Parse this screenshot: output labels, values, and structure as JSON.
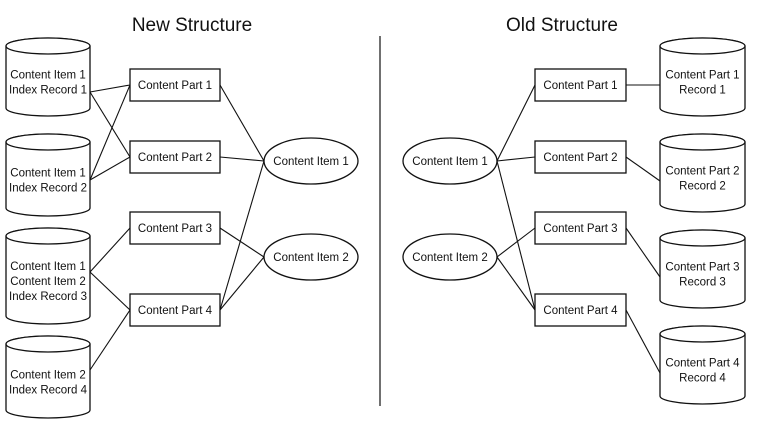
{
  "titles": {
    "new": "New Structure",
    "old": "Old Structure"
  },
  "new_structure": {
    "index_records": [
      {
        "lines": [
          "Content Item 1",
          "Index Record 1"
        ]
      },
      {
        "lines": [
          "Content Item 1",
          "Index Record 2"
        ]
      },
      {
        "lines": [
          "Content Item 1",
          "Content Item 2",
          "Index Record 3"
        ]
      },
      {
        "lines": [
          "Content Item 2",
          "Index Record 4"
        ]
      }
    ],
    "content_parts": [
      "Content Part 1",
      "Content Part 2",
      "Content Part 3",
      "Content Part 4"
    ],
    "content_items": [
      "Content Item 1",
      "Content Item 2"
    ],
    "record_part_links": [
      [
        0,
        0
      ],
      [
        0,
        1
      ],
      [
        1,
        0
      ],
      [
        1,
        1
      ],
      [
        2,
        2
      ],
      [
        2,
        3
      ],
      [
        3,
        3
      ]
    ],
    "part_item_links": [
      [
        0,
        0
      ],
      [
        1,
        0
      ],
      [
        2,
        1
      ],
      [
        3,
        0
      ],
      [
        3,
        1
      ]
    ]
  },
  "old_structure": {
    "content_items": [
      "Content Item 1",
      "Content Item 2"
    ],
    "content_parts": [
      "Content Part 1",
      "Content Part 2",
      "Content Part 3",
      "Content Part 4"
    ],
    "records": [
      {
        "lines": [
          "Content Part 1",
          "Record 1"
        ]
      },
      {
        "lines": [
          "Content Part 2",
          "Record 2"
        ]
      },
      {
        "lines": [
          "Content Part 3",
          "Record 3"
        ]
      },
      {
        "lines": [
          "Content Part 4",
          "Record 4"
        ]
      }
    ],
    "item_part_links": [
      [
        0,
        0
      ],
      [
        0,
        1
      ],
      [
        0,
        3
      ],
      [
        1,
        2
      ],
      [
        1,
        3
      ]
    ],
    "part_record_links": [
      [
        0,
        0
      ],
      [
        1,
        1
      ],
      [
        2,
        2
      ],
      [
        3,
        3
      ]
    ]
  }
}
